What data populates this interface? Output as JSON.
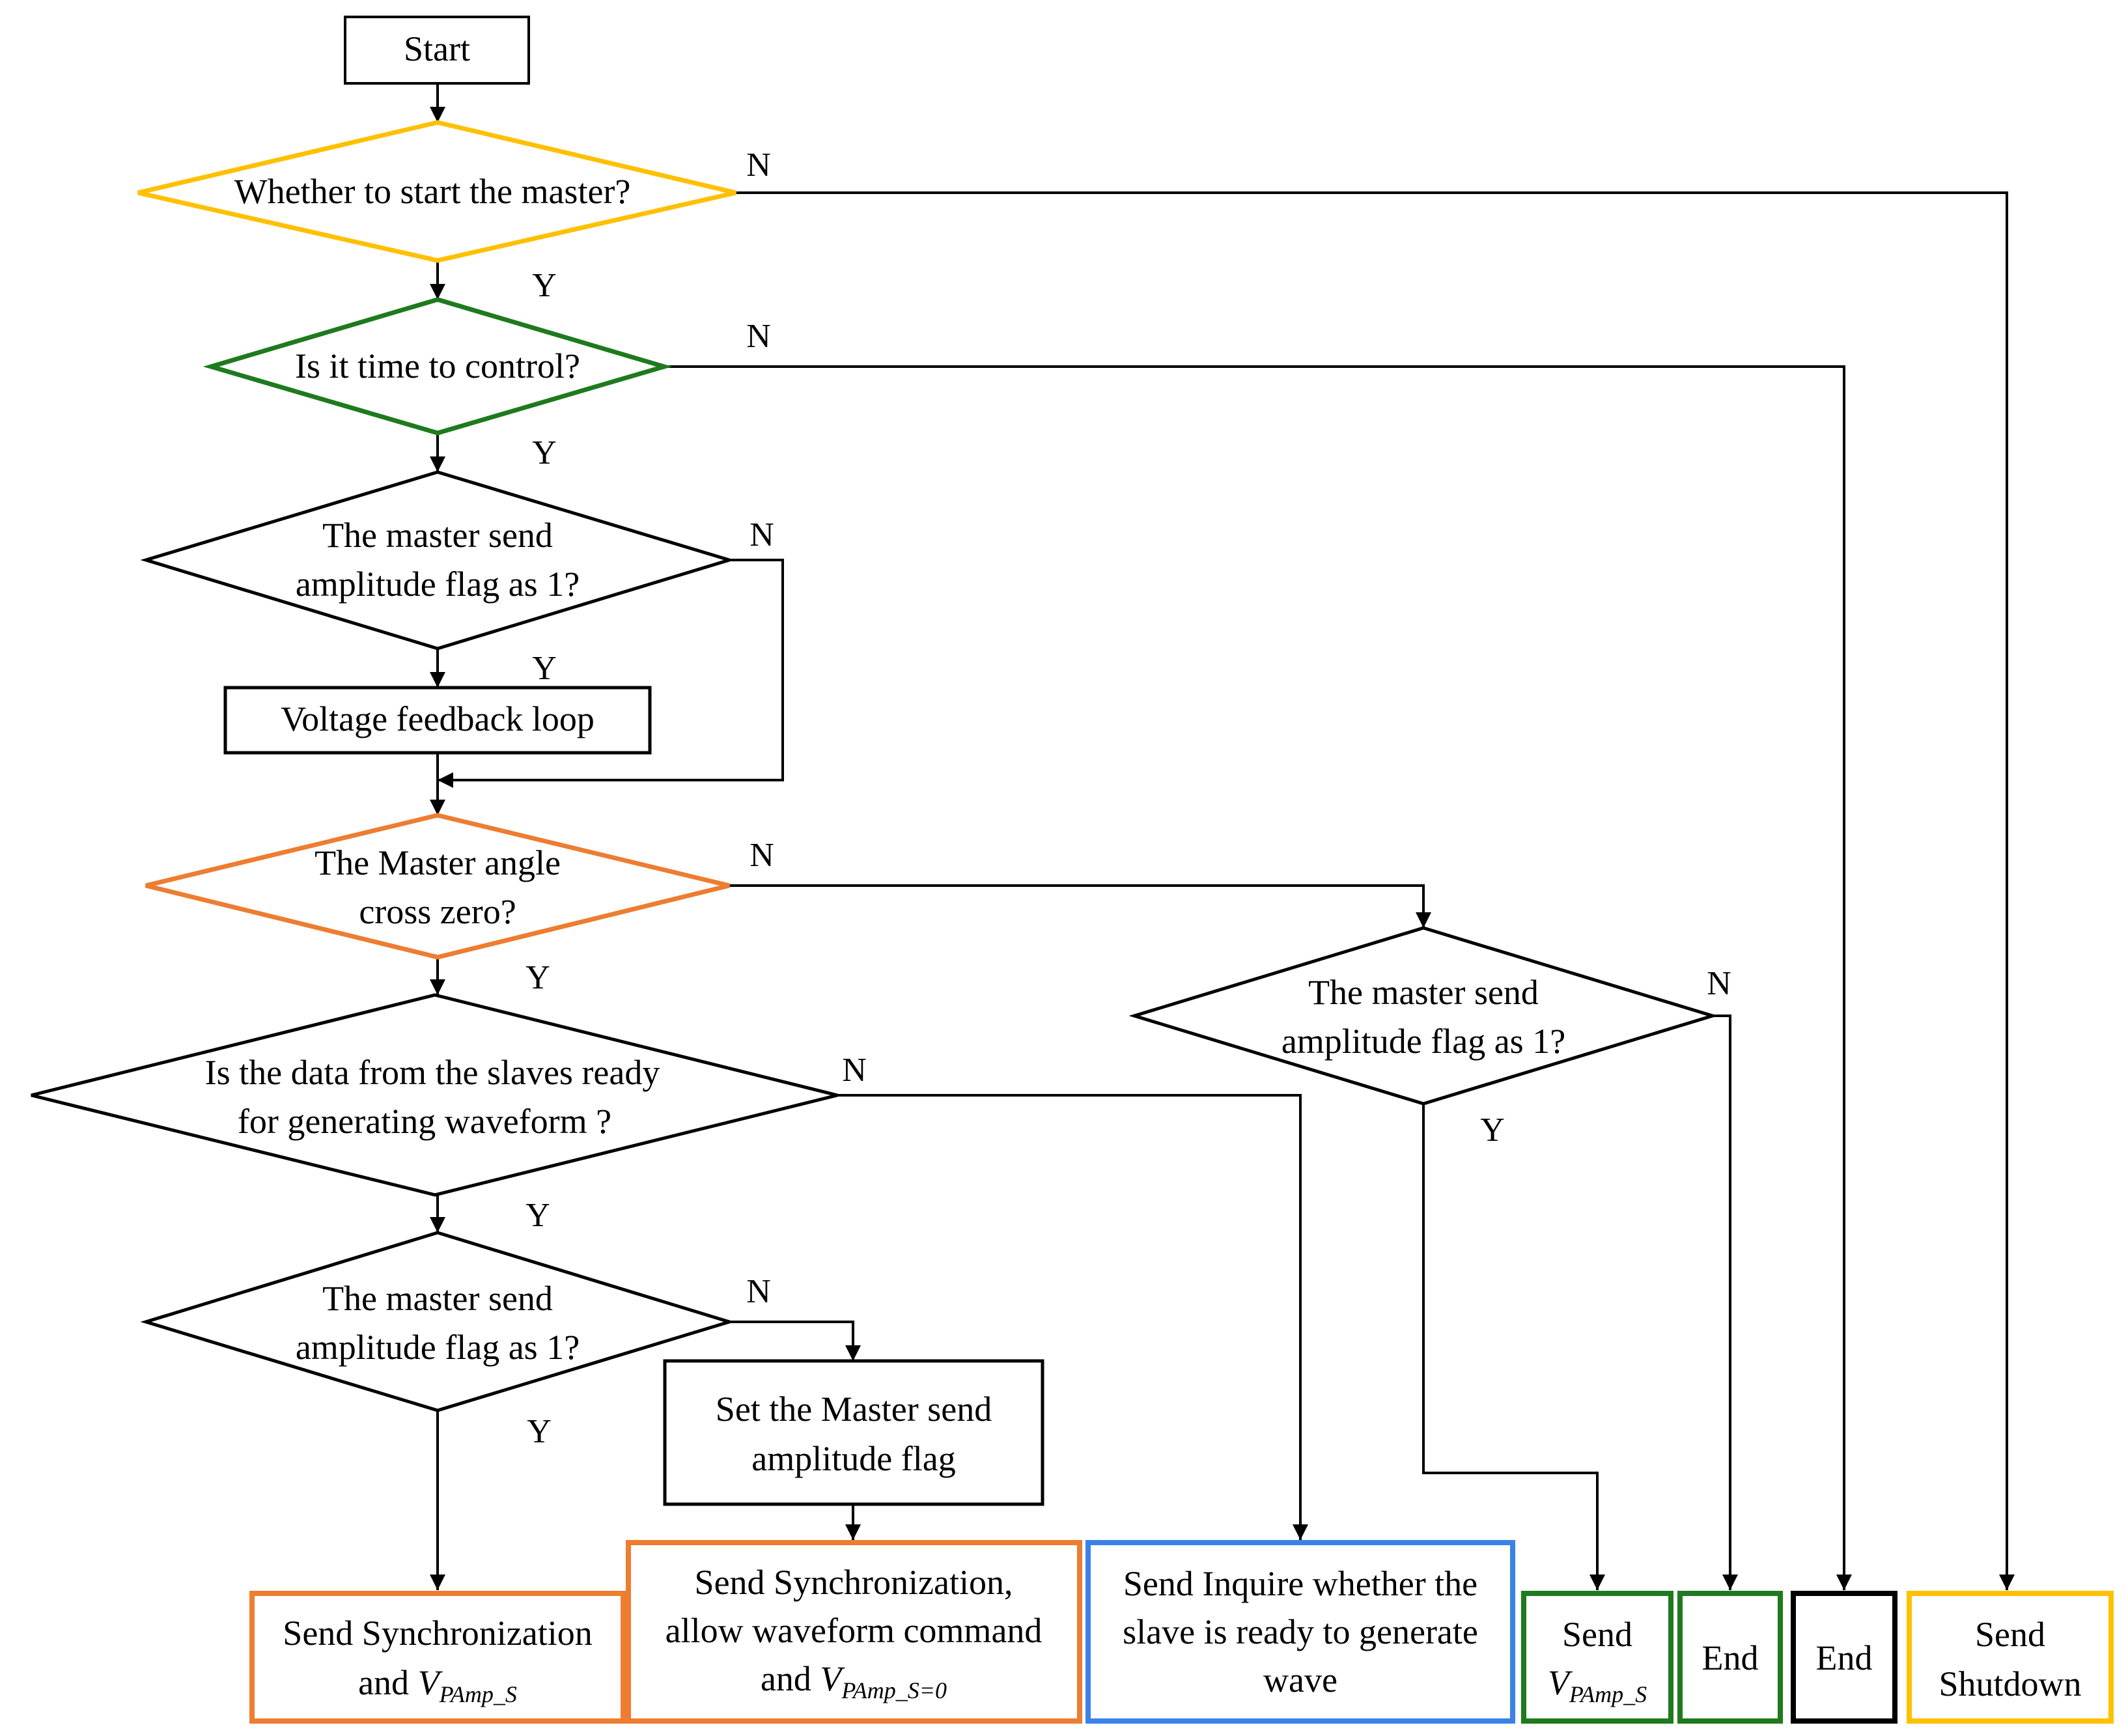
{
  "colors": {
    "black": "#000000",
    "yellow": "#FFC000",
    "green": "#1E7A1E",
    "orange": "#ED7D31",
    "blue": "#3C82E6"
  },
  "start": {
    "label": "Start"
  },
  "d1": {
    "label": "Whether to start the master?",
    "yes": "Y",
    "no": "N"
  },
  "d2": {
    "label": "Is it time to control?",
    "yes": "Y",
    "no": "N"
  },
  "d3": {
    "line1": "The master send",
    "line2": "amplitude flag as 1?",
    "yes": "Y",
    "no": "N"
  },
  "vloop": {
    "label": "Voltage feedback loop"
  },
  "d4": {
    "line1": "The Master angle",
    "line2": "cross zero?",
    "yes": "Y",
    "no": "N"
  },
  "d5": {
    "line1": "The master send",
    "line2": "amplitude flag as 1?",
    "yes": "Y",
    "no": "N"
  },
  "d6": {
    "line1": "Is the data from the slaves ready",
    "line2": "for generating waveform ?",
    "yes": "Y",
    "no": "N"
  },
  "d7": {
    "line1": "The master send",
    "line2": "amplitude flag as 1?",
    "yes": "Y",
    "no": "N"
  },
  "setflag": {
    "line1": "Set the Master send",
    "line2": "amplitude flag"
  },
  "out1": {
    "line1": "Send Synchronization",
    "line2_prefix": "and ",
    "line2_var": "V",
    "line2_sub": "PAmp_S"
  },
  "out2": {
    "line1": "Send Synchronization,",
    "line2": "allow waveform command",
    "line3_prefix": "and ",
    "line3_var": "V",
    "line3_sub": "PAmp_S=0"
  },
  "out3": {
    "line1": "Send Inquire whether the",
    "line2": "slave is ready to generate",
    "line3": "wave"
  },
  "out4": {
    "line1": "Send",
    "line2_var": "V",
    "line2_sub": "PAmp_S"
  },
  "out5": {
    "label": "End"
  },
  "out6": {
    "label": "End"
  },
  "out7": {
    "line1": "Send",
    "line2": "Shutdown"
  }
}
